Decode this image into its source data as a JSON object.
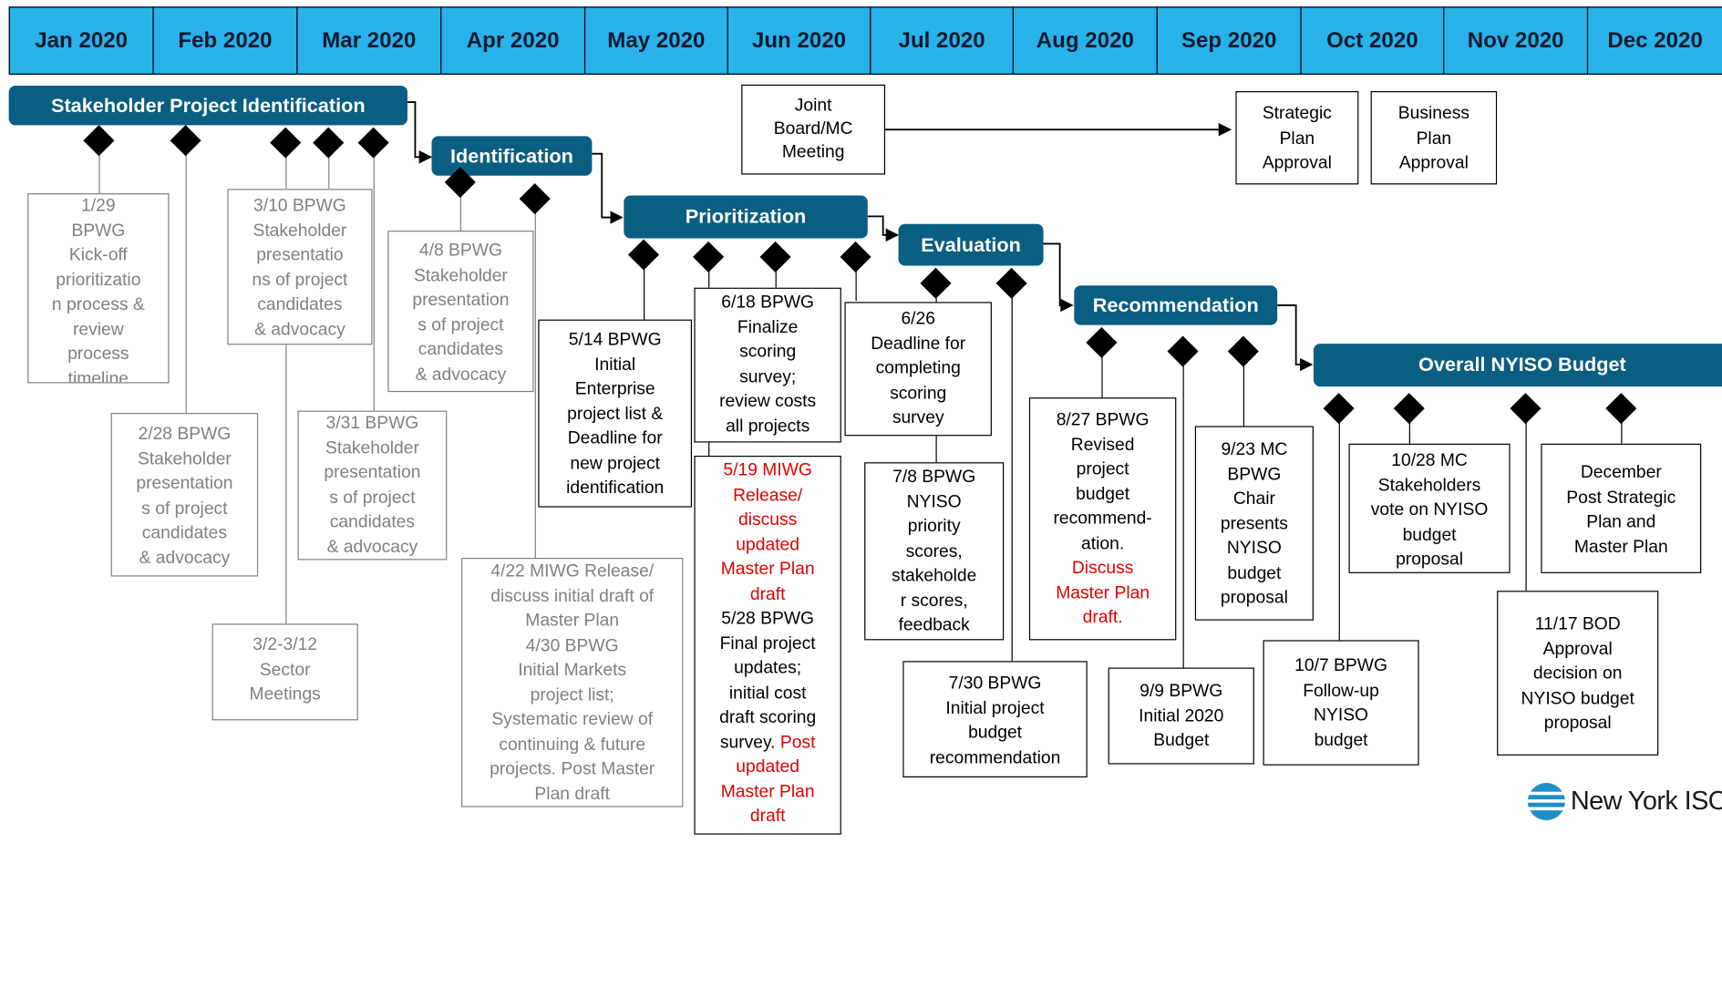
{
  "months": [
    "Jan 2020",
    "Feb 2020",
    "Mar 2020",
    "Apr 2020",
    "May 2020",
    "Jun 2020",
    "Jul 2020",
    "Aug 2020",
    "Sep 2020",
    "Oct 2020",
    "Nov 2020",
    "Dec 2020"
  ],
  "phases": {
    "stakeholder": "Stakeholder Project Identification",
    "identification": "Identification",
    "prioritization": "Prioritization",
    "evaluation": "Evaluation",
    "recommendation": "Recommendation",
    "budget": "Overall NYISO Budget"
  },
  "events": {
    "jan29": [
      "1/29",
      "BPWG",
      "Kick-off",
      "prioritizatio",
      "n process &",
      "review",
      "process",
      "timeline"
    ],
    "feb28": [
      "2/28 BPWG",
      "Stakeholder",
      "presentation",
      "s of project",
      "candidates",
      "& advocacy"
    ],
    "mar10": [
      "3/10 BPWG",
      "Stakeholder",
      "presentatio",
      "ns of project",
      "candidates",
      "& advocacy"
    ],
    "mar2": [
      "3/2-3/12",
      "Sector",
      "Meetings"
    ],
    "mar31": [
      "3/31 BPWG",
      "Stakeholder",
      "presentation",
      "s of project",
      "candidates",
      "& advocacy"
    ],
    "apr8": [
      "4/8 BPWG",
      "Stakeholder",
      "presentation",
      "s of project",
      "candidates",
      "& advocacy"
    ],
    "apr22": [
      "4/22 MIWG Release/",
      "discuss initial draft of",
      "Master Plan",
      "4/30 BPWG",
      "Initial Markets",
      "project list;",
      "Systematic review of",
      "continuing & future",
      "projects. Post Master",
      "Plan draft"
    ],
    "may14": [
      "5/14 BPWG",
      "Initial",
      "Enterprise",
      "project list &",
      "Deadline for",
      "new project",
      "identification"
    ],
    "jun18": [
      "6/18 BPWG",
      "Finalize",
      "scoring",
      "survey;",
      "review costs",
      "all projects"
    ],
    "may19_red": [
      "5/19 MIWG",
      "Release/",
      "discuss",
      "updated",
      "Master Plan",
      "draft"
    ],
    "may28": [
      "5/28 BPWG",
      "Final project",
      "updates;",
      "initial cost",
      "draft scoring"
    ],
    "may28_tail": "survey. ",
    "may28_red": [
      "Post",
      "updated",
      "Master Plan",
      "draft"
    ],
    "joint": [
      "Joint",
      "Board/MC",
      "Meeting"
    ],
    "jun26": [
      "6/26",
      "Deadline for",
      "completing",
      "scoring",
      "survey"
    ],
    "jul8": [
      "7/8 BPWG",
      "NYISO",
      "priority",
      "scores,",
      "stakeholde",
      "r scores,",
      "feedback"
    ],
    "jul30": [
      "7/30 BPWG",
      "Initial project",
      "budget",
      "recommendation"
    ],
    "aug27": [
      "8/27 BPWG",
      "Revised",
      "project",
      "budget",
      "recommend-",
      "ation."
    ],
    "aug27_red": [
      "Discuss",
      "Master Plan",
      "draft."
    ],
    "sep9": [
      "9/9 BPWG",
      "Initial 2020",
      "Budget"
    ],
    "sep23": [
      "9/23 MC",
      "BPWG",
      "Chair",
      "presents",
      "NYISO",
      "budget",
      "proposal"
    ],
    "strategic": [
      "Strategic",
      "Plan",
      "Approval"
    ],
    "business": [
      "Business",
      "Plan",
      "Approval"
    ],
    "oct7": [
      "10/7 BPWG",
      "Follow-up",
      "NYISO",
      "budget"
    ],
    "oct28": [
      "10/28 MC",
      "Stakeholders",
      "vote on NYISO",
      "budget",
      "proposal"
    ],
    "nov17": [
      "11/17 BOD",
      "Approval",
      "decision on",
      "NYISO budget",
      "proposal"
    ],
    "december": [
      "December",
      "Post Strategic",
      "Plan and",
      "Master Plan"
    ]
  },
  "logo": {
    "text": "New York ISO",
    "name": "new-york-iso-logo"
  },
  "colors": {
    "timeline": "#29B2E8",
    "phase": "#0A5E82",
    "gray": "#808080",
    "red": "#e00000"
  }
}
